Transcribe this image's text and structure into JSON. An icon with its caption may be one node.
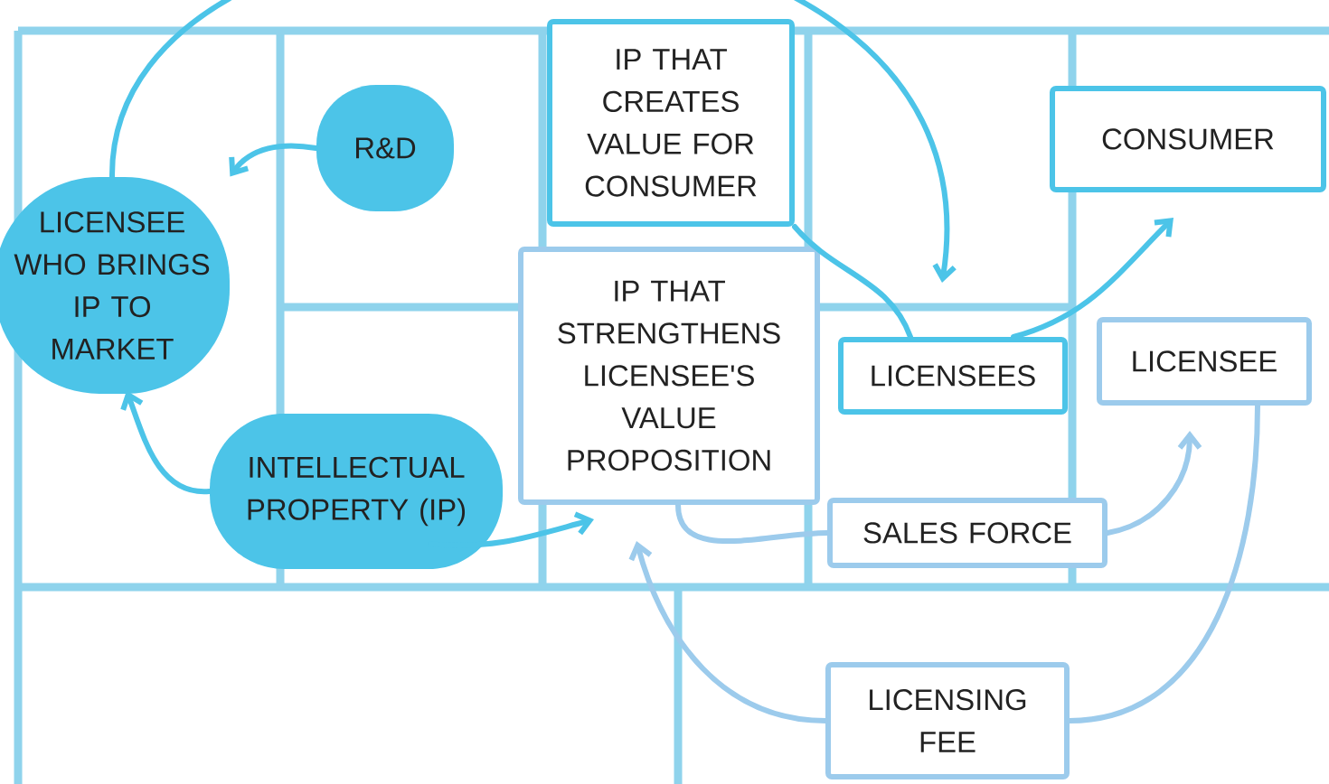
{
  "diagram": {
    "nodes": [
      {
        "text": [
          "LICENSEE WHO BRINGS IP TO MARKET"
        ]
      },
      {
        "text": [
          "R&D"
        ]
      },
      {
        "text": [
          "INTELLECTUAL PROPERTY (IP)"
        ]
      },
      {
        "text": [
          "IP THAT CREATES VALUE FOR CONSUMER"
        ]
      },
      {
        "text": [
          "IP THAT STRENGTHENS LICENSEE'S VALUE PROPOSITION"
        ]
      },
      {
        "text": [
          "LICENSEES"
        ]
      },
      {
        "text": [
          "CONSUMER"
        ]
      },
      {
        "text": [
          "LICENSEE"
        ]
      },
      {
        "text": [
          "SALES FORCE"
        ]
      },
      {
        "text": [
          "LICENSING FEE"
        ]
      }
    ],
    "edges": [
      {
        "from": 1,
        "to": 0,
        "arrow": "to"
      },
      {
        "from": 2,
        "to": 0,
        "arrow": "to"
      },
      {
        "from": 2,
        "to": 4,
        "arrow": "to"
      },
      {
        "from": 0,
        "to": 5,
        "arrow": "to"
      },
      {
        "from": 3,
        "to": 5,
        "arrow": "none"
      },
      {
        "from": 5,
        "to": 6,
        "arrow": "to"
      },
      {
        "from": 4,
        "to": 8,
        "arrow": "none",
        "color": "#9ccbec"
      },
      {
        "from": 8,
        "to": 7,
        "arrow": "to",
        "color": "#9ccbec"
      },
      {
        "from": 7,
        "to": 9,
        "arrow": "none",
        "color": "#9ccbec"
      },
      {
        "from": 9,
        "to": 4,
        "arrow": "to",
        "color": "#9ccbec"
      }
    ]
  }
}
